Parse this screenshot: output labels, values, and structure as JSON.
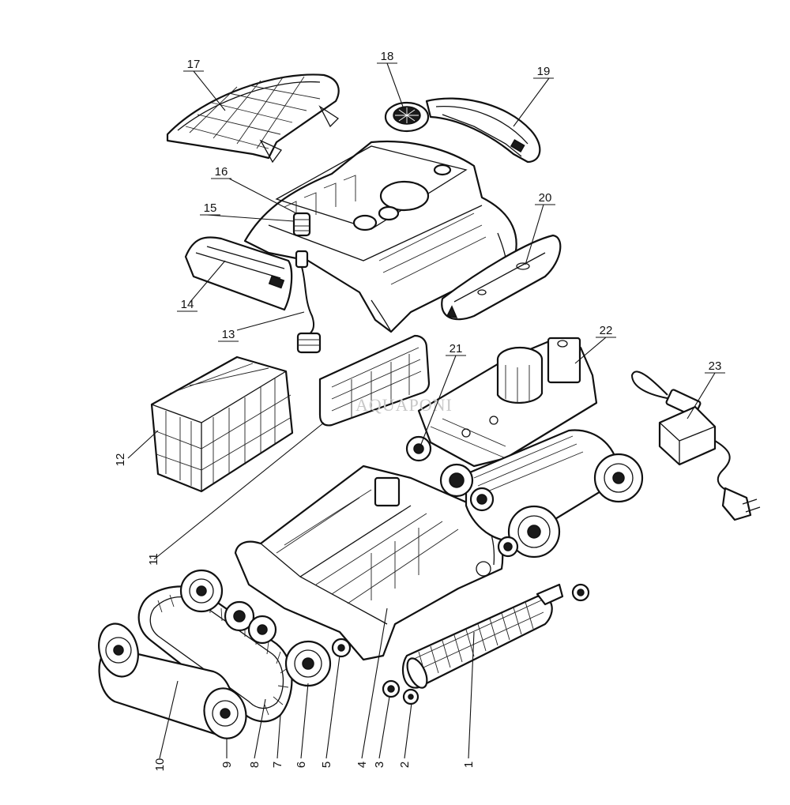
{
  "watermark": "AQUAPONI",
  "callouts": [
    {
      "id": "1",
      "label": "1"
    },
    {
      "id": "2",
      "label": "2"
    },
    {
      "id": "3",
      "label": "3"
    },
    {
      "id": "4",
      "label": "4"
    },
    {
      "id": "5",
      "label": "5"
    },
    {
      "id": "6",
      "label": "6"
    },
    {
      "id": "7",
      "label": "7"
    },
    {
      "id": "8",
      "label": "8"
    },
    {
      "id": "9",
      "label": "9"
    },
    {
      "id": "10",
      "label": "10"
    },
    {
      "id": "11",
      "label": "11"
    },
    {
      "id": "12",
      "label": "12"
    },
    {
      "id": "13",
      "label": "13"
    },
    {
      "id": "14",
      "label": "14"
    },
    {
      "id": "15",
      "label": "15"
    },
    {
      "id": "16",
      "label": "16"
    },
    {
      "id": "17",
      "label": "17"
    },
    {
      "id": "18",
      "label": "18"
    },
    {
      "id": "19",
      "label": "19"
    },
    {
      "id": "20",
      "label": "20"
    },
    {
      "id": "21",
      "label": "21"
    },
    {
      "id": "22",
      "label": "22"
    },
    {
      "id": "23",
      "label": "23"
    }
  ]
}
